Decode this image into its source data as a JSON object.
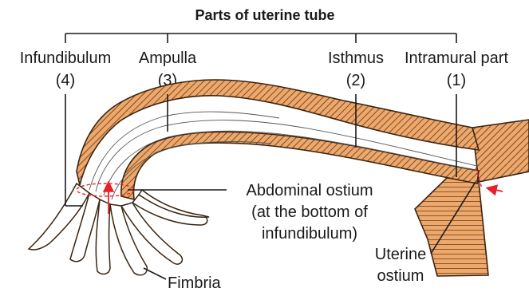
{
  "title": "Parts of uterine tube",
  "parts": [
    {
      "name": "Infundibulum",
      "number": "(4)"
    },
    {
      "name": "Ampulla",
      "number": "(3)"
    },
    {
      "name": "Isthmus",
      "number": "(2)"
    },
    {
      "name": "Intramural part",
      "number": "(1)"
    }
  ],
  "labels": {
    "abdominal_ostium_1": "Abdominal ostium",
    "abdominal_ostium_2": "(at the bottom of",
    "abdominal_ostium_3": "infundibulum)",
    "uterine_ostium_1": "Uterine",
    "uterine_ostium_2": "ostium",
    "fimbria": "Fimbria"
  },
  "colors": {
    "tube_wall": "#e8a66a",
    "hatch_line": "#5a3414",
    "arrow": "#e8202a",
    "text": "#1a1a1a"
  }
}
